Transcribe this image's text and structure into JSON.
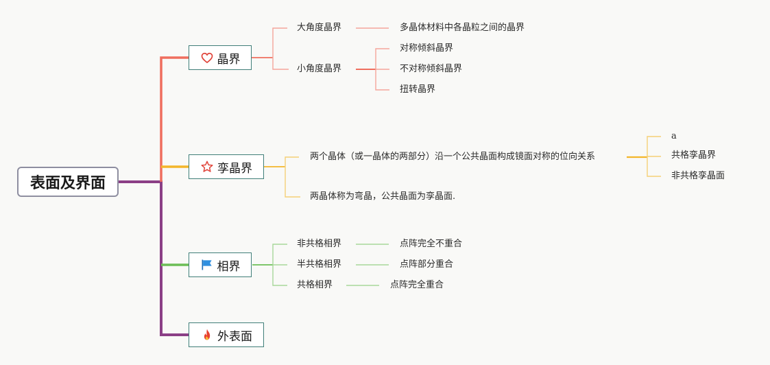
{
  "root": {
    "title": "表面及界面"
  },
  "colors": {
    "trunk": "#8b3f86",
    "grain": "#ef6e5e",
    "twin": "#f3b62a",
    "phase": "#6cbe56",
    "surface": "#8b3f86",
    "grain_light": "#f5a59b",
    "twin_light": "#f6cf77",
    "phase_light": "#a7d79a"
  },
  "topics": {
    "grain_boundary": {
      "label": "晶界",
      "icon": "heart-icon",
      "children": [
        {
          "label": "大角度晶界",
          "children": [
            "多晶体材料中各晶粒之间的晶界"
          ]
        },
        {
          "label": "小角度晶界",
          "children": [
            "对称倾斜晶界",
            "不对称倾斜晶界",
            "扭转晶界"
          ]
        }
      ]
    },
    "twin_boundary": {
      "label": "孪晶界",
      "icon": "star-icon",
      "children": [
        {
          "label": "两个晶体（或一晶体的两部分）沿一个公共晶面构成镜面对称的位向关系",
          "children": [
            "a",
            "共格孪晶界",
            "非共格孪晶面"
          ]
        },
        {
          "label": "两晶体称为弯晶，公共晶面为孪晶面.",
          "children": []
        }
      ]
    },
    "phase_boundary": {
      "label": "相界",
      "icon": "flag-icon",
      "children": [
        {
          "label": "非共格相界",
          "children": [
            "点阵完全不重合"
          ]
        },
        {
          "label": "半共格相界",
          "children": [
            "点阵部分重合"
          ]
        },
        {
          "label": "共格相界",
          "children": [
            "点阵完全重合"
          ]
        }
      ]
    },
    "outer_surface": {
      "label": "外表面",
      "icon": "fire-icon",
      "children": []
    }
  }
}
